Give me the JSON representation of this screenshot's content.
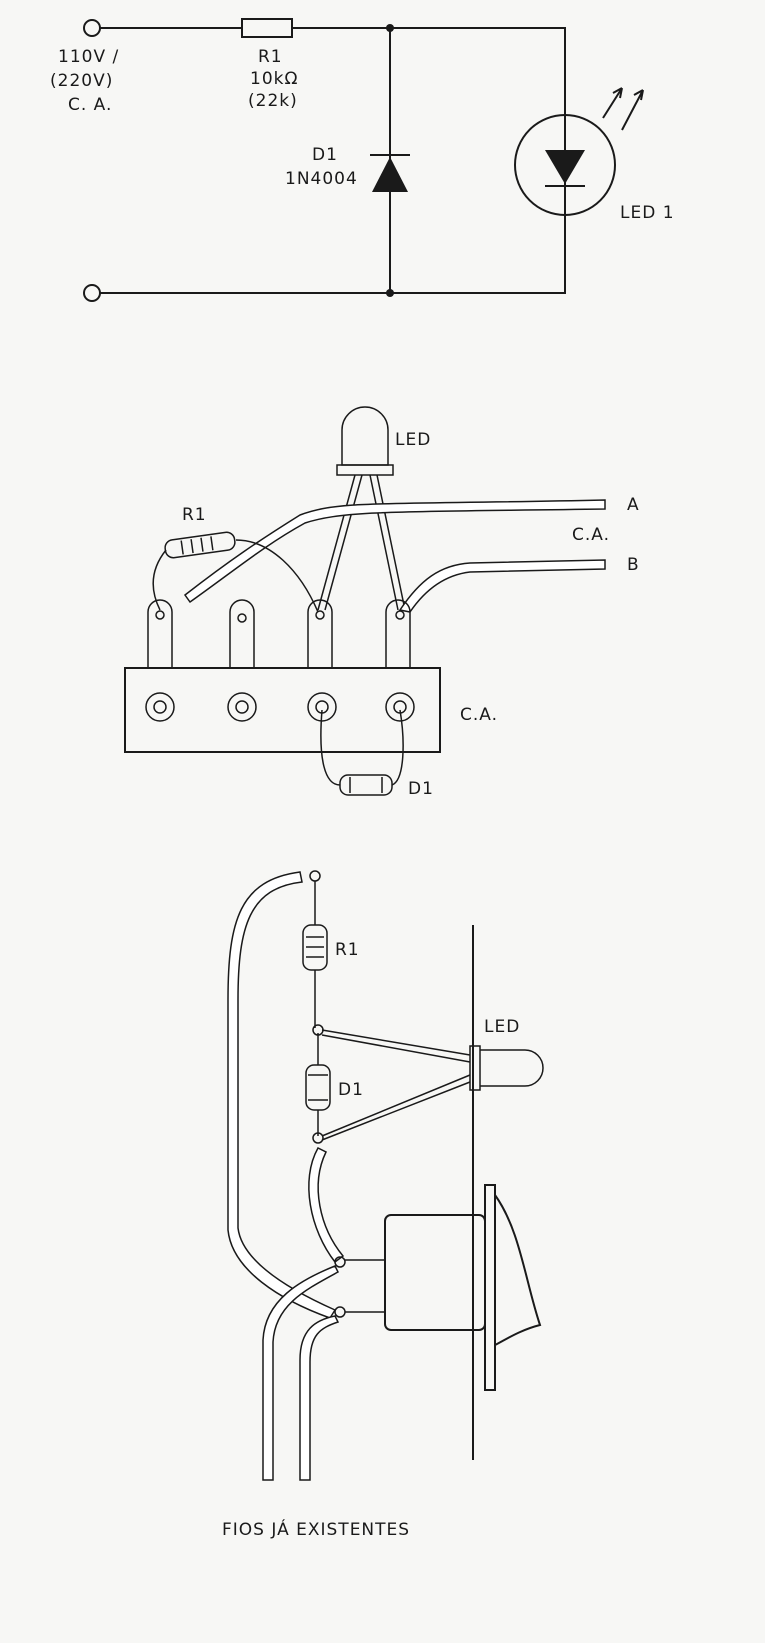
{
  "schematic": {
    "supply_label_1": "110V /",
    "supply_label_2": "(220V)",
    "supply_label_3": "C. A.",
    "r1_name": "R1",
    "r1_value": "10kΩ",
    "r1_alt_value": "(22k)",
    "d1_name": "D1",
    "d1_part": "1N4004",
    "led_name": "LED 1"
  },
  "assembly": {
    "led_label": "LED",
    "r1_label": "R1",
    "terminal_a": "A",
    "terminal_b": "B",
    "wire_ca_label": "C.A.",
    "strip_ca_label": "C.A.",
    "d1_label": "D1"
  },
  "installation": {
    "r1_label": "R1",
    "led_label": "LED",
    "d1_label": "D1",
    "caption": "FIOS JÁ EXISTENTES"
  }
}
